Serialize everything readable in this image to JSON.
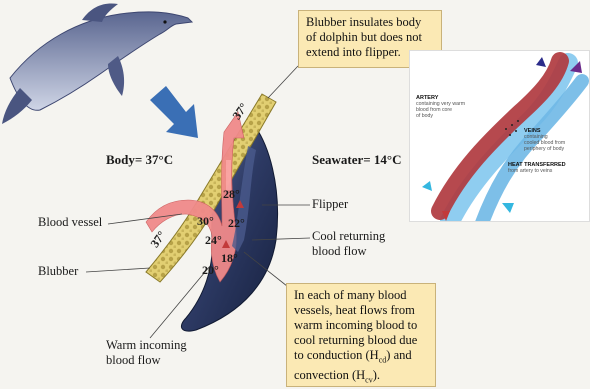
{
  "labels": {
    "body_temp": "Body= 37°C",
    "seawater_temp": "Seawater= 14°C",
    "blood_vessel": "Blood vessel",
    "blubber": "Blubber",
    "flipper": "Flipper",
    "cool_returning": [
      "Cool returning",
      "blood flow"
    ],
    "warm_incoming": [
      "Warm incoming",
      "blood flow"
    ]
  },
  "temperatures": {
    "top": "37°",
    "left": "37°",
    "t28": "28°",
    "t30": "30°",
    "t22": "22°",
    "t24": "24°",
    "t18": "18°",
    "t20": "20°"
  },
  "callout_top": [
    "Blubber insulates body",
    "of dolphin but does not",
    "extend into flipper."
  ],
  "callout_bottom": [
    "In each of many blood",
    "vessels, heat flows from",
    "warm incoming blood to",
    "cool returning blood due",
    "to conduction (H",
    "cd",
    ") and",
    "convection (H",
    "cv",
    ")."
  ],
  "inset": {
    "artery_title": "ARTERY",
    "artery_desc": [
      "containing very warm",
      "blood from core",
      "of body"
    ],
    "veins_title": "VEINS",
    "veins_desc": [
      "containing",
      "cooled blood from",
      "periphery of body"
    ],
    "heat_title": "HEAT TRANSFERRED",
    "heat_desc": "from artery to veins"
  },
  "colors": {
    "blubber": "#d8c15a",
    "flipper": "#33416e",
    "warm_blood": "#f08a8a",
    "callout": "#fbe9b4",
    "artery": "#b0393f",
    "vein": "#6fb8e6"
  }
}
